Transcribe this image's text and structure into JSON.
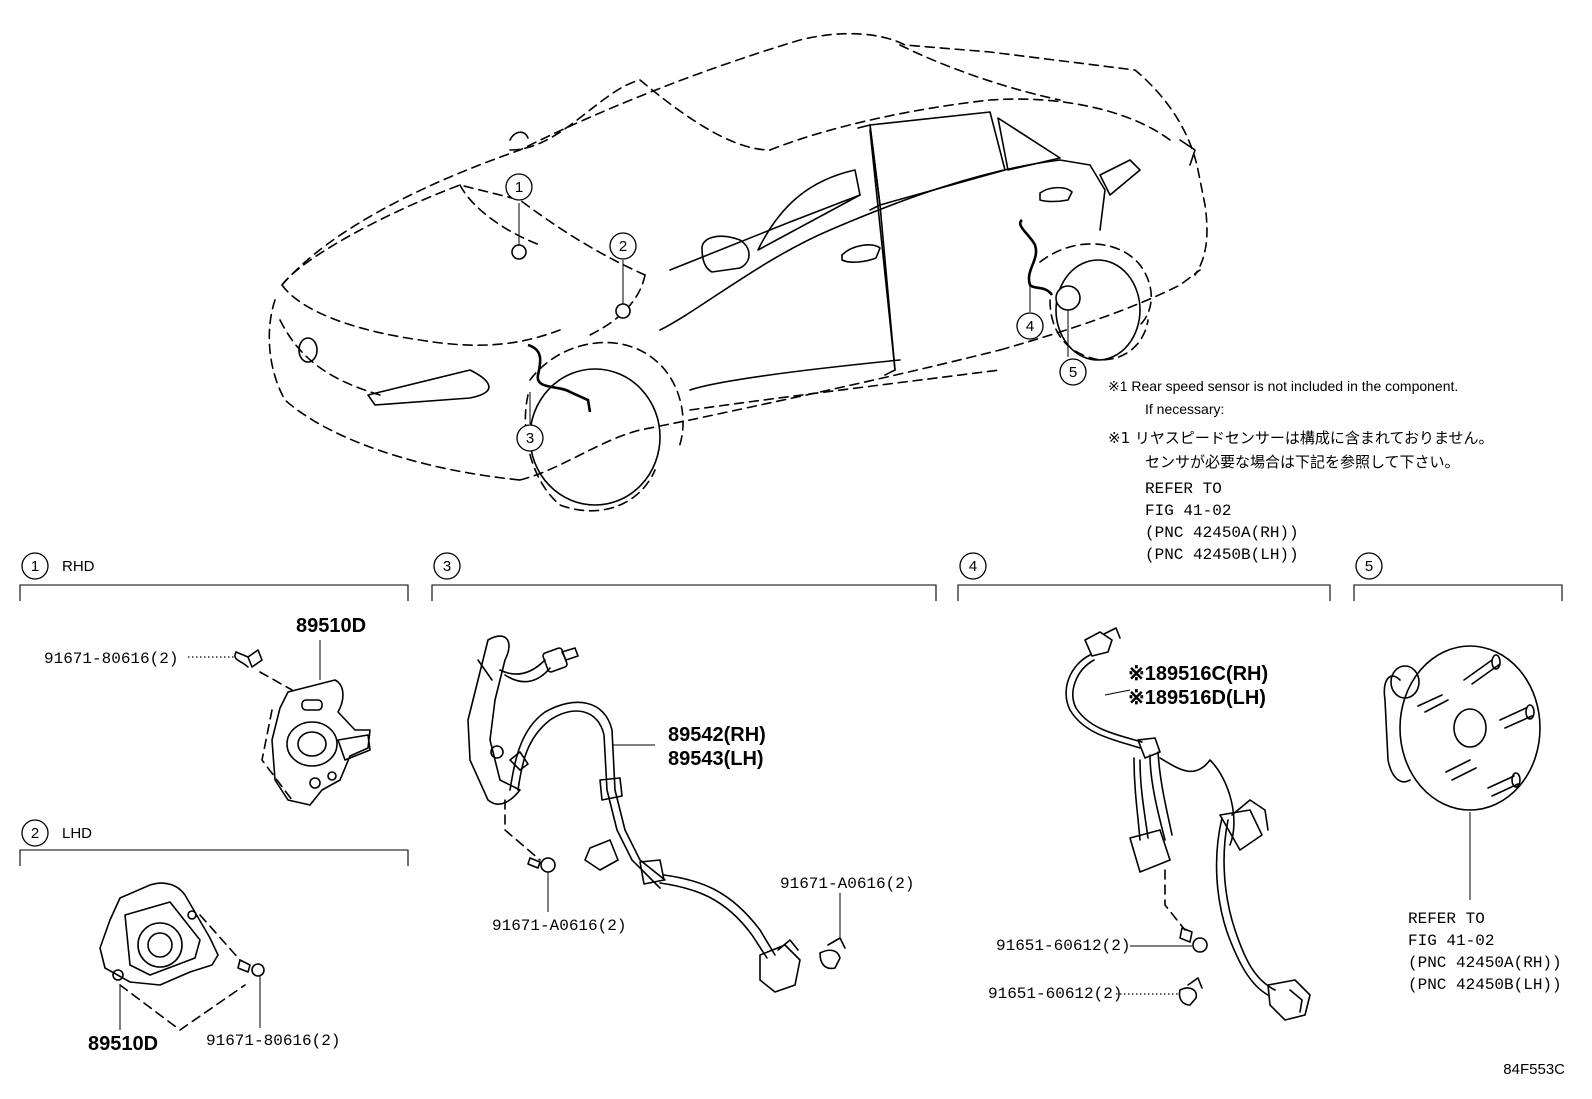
{
  "callouts": [
    "1",
    "2",
    "3",
    "4",
    "5"
  ],
  "sections": {
    "s1": {
      "num": "1",
      "label": "RHD"
    },
    "s2": {
      "num": "2",
      "label": "LHD"
    },
    "s3": {
      "num": "3",
      "label": ""
    },
    "s4": {
      "num": "4",
      "label": ""
    },
    "s5": {
      "num": "5",
      "label": ""
    }
  },
  "note": {
    "en_line1": "※1 Rear speed sensor is not included in the component.",
    "en_line2": "If necessary:",
    "jp_line1": "※1 リヤスピードセンサーは構成に含まれておりません。",
    "jp_line2": "センサが必要な場合は下記を参照して下さい。",
    "refer": "REFER TO",
    "fig": "FIG 41-02",
    "pnc_rh": "(PNC 42450A(RH))",
    "pnc_lh": "(PNC 42450B(LH))"
  },
  "parts": {
    "s1_part": "89510D",
    "s1_bolt": "91671-80616(2)",
    "s2_part": "89510D",
    "s2_bolt": "91671-80616(2)",
    "s3_rh": "89542(RH)",
    "s3_lh": "89543(LH)",
    "s3_bolt_a": "91671-A0616(2)",
    "s3_bolt_b": "91671-A0616(2)",
    "s4_rh": "※189516C(RH)",
    "s4_lh": "※189516D(LH)",
    "s4_bolt_a": "91651-60612(2)",
    "s4_bolt_b": "91651-60612(2)",
    "s5_refer": "REFER TO",
    "s5_fig": "FIG 41-02",
    "s5_pnc_rh": "(PNC 42450A(RH))",
    "s5_pnc_lh": "(PNC 42450B(LH))"
  },
  "figure_code": "84F553C"
}
